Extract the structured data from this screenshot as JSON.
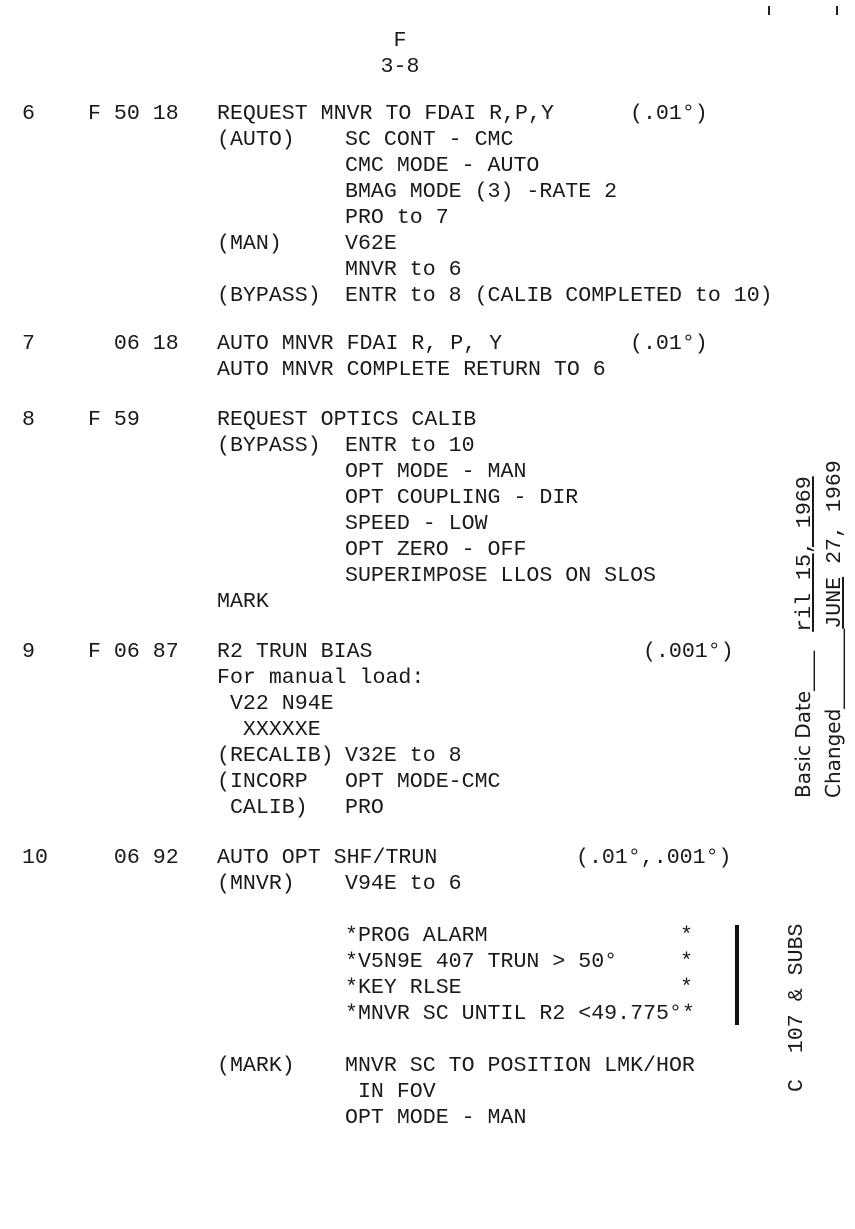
{
  "header": {
    "section": "F",
    "page": "3-8"
  },
  "steps": [
    {
      "num": "6",
      "code": "F 50 18",
      "unit": "(.01°)",
      "lines": [
        {
          "label": "",
          "text": "REQUEST MNVR TO FDAI R,P,Y"
        },
        {
          "label": "(AUTO)",
          "text": "SC CONT - CMC"
        },
        {
          "label": "",
          "text": "CMC MODE - AUTO"
        },
        {
          "label": "",
          "text": "BMAG MODE (3) -RATE 2"
        },
        {
          "label": "",
          "text": "PRO to 7"
        },
        {
          "label": "(MAN)",
          "text": "V62E"
        },
        {
          "label": "",
          "text": "MNVR to 6"
        },
        {
          "label": "(BYPASS)",
          "text": "ENTR to 8 (CALIB COMPLETED to 10)"
        }
      ]
    },
    {
      "num": "7",
      "code": "  06 18",
      "unit": "(.01°)",
      "lines": [
        {
          "label": "",
          "text": "AUTO MNVR FDAI R, P, Y"
        },
        {
          "label": "",
          "text": "AUTO MNVR COMPLETE RETURN TO 6"
        }
      ]
    },
    {
      "num": "8",
      "code": "F 59",
      "unit": "",
      "lines": [
        {
          "label": "",
          "text": "REQUEST OPTICS CALIB"
        },
        {
          "label": "(BYPASS)",
          "text": "ENTR to 10"
        },
        {
          "label": "",
          "text": "OPT MODE - MAN"
        },
        {
          "label": "",
          "text": "OPT COUPLING - DIR"
        },
        {
          "label": "",
          "text": "SPEED - LOW"
        },
        {
          "label": "",
          "text": "OPT ZERO - OFF"
        },
        {
          "label": "",
          "text": "SUPERIMPOSE LLOS ON SLOS"
        },
        {
          "label": "MARK",
          "text": ""
        }
      ]
    },
    {
      "num": "9",
      "code": "F 06 87",
      "unit": " (.001°)",
      "lines": [
        {
          "label": "",
          "text": "R2 TRUN BIAS"
        },
        {
          "label": "",
          "text": "For manual load:"
        },
        {
          "label": "",
          "text": " V22 N94E"
        },
        {
          "label": "",
          "text": "  XXXXXE"
        },
        {
          "label": "(RECALIB)",
          "text": "V32E to 8"
        },
        {
          "label": "(INCORP",
          "text": "OPT MODE-CMC"
        },
        {
          "label": " CALIB)",
          "text": "PRO"
        }
      ]
    },
    {
      "num": "10",
      "code": "  06 92",
      "unit": "(.01°,.001°)",
      "lines": [
        {
          "label": "",
          "text": "AUTO OPT SHF/TRUN"
        },
        {
          "label": "(MNVR)",
          "text": "V94E to 6"
        },
        {
          "label": "",
          "text": ""
        },
        {
          "label": "",
          "text": "*PROG ALARM",
          "right": "*"
        },
        {
          "label": "",
          "text": "*V5N9E 407 TRUN > 50°",
          "right": "*"
        },
        {
          "label": "",
          "text": "*KEY RLSE",
          "right": "*"
        },
        {
          "label": "",
          "text": "*MNVR SC UNTIL R2 <49.775°*"
        },
        {
          "label": "",
          "text": ""
        },
        {
          "label": "(MARK)",
          "text": "MNVR SC TO POSITION LMK/HOR"
        },
        {
          "label": "",
          "text": " IN FOV"
        },
        {
          "label": "",
          "text": "OPT MODE - MAN"
        }
      ]
    }
  ],
  "margin": {
    "basic_date_label": "Basic Date",
    "basic_date_value": "ril 15, 1969",
    "changed_label": "Changed",
    "changed_value": "JUNE",
    "changed_value_rest": " 27, 1969",
    "change_ref": "C  107 & SUBS"
  }
}
